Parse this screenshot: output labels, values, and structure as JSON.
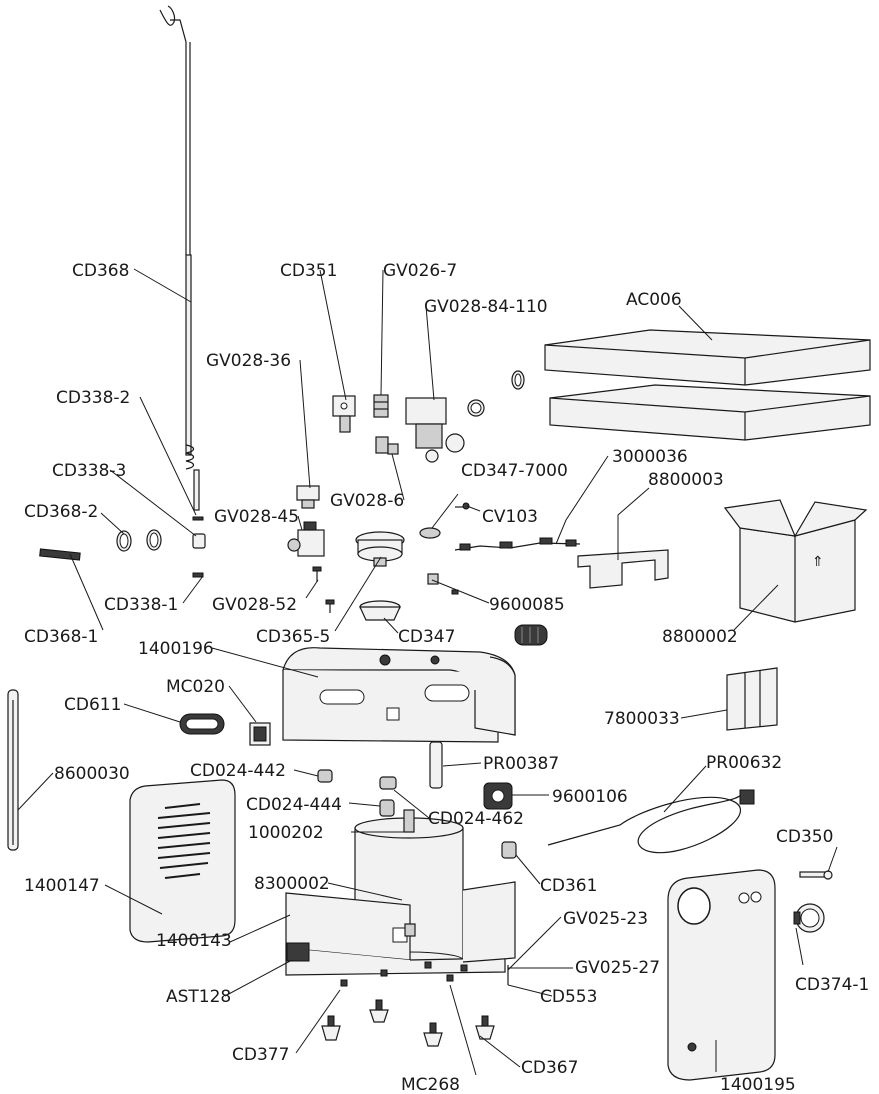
{
  "labels": {
    "cd368": "CD368",
    "cd351": "CD351",
    "gv026_7": "GV026-7",
    "gv028_84_110": "GV028-84-110",
    "ac006": "AC006",
    "gv028_36": "GV028-36",
    "cd338_2": "CD338-2",
    "cd338_3": "CD338-3",
    "cd368_2": "CD368-2",
    "gv028_6": "GV028-6",
    "cd347_7000": "CD347-7000",
    "p3000036": "3000036",
    "p8800003": "8800003",
    "cv103": "CV103",
    "gv028_45": "GV028-45",
    "cd338_1": "CD338-1",
    "gv028_52": "GV028-52",
    "p9600085": "9600085",
    "cd368_1": "CD368-1",
    "cd365_5": "CD365-5",
    "cd347": "CD347",
    "p8800002": "8800002",
    "p1400196": "1400196",
    "mc020": "MC020",
    "cd611": "CD611",
    "p7800033": "7800033",
    "p8600030": "8600030",
    "cd024_442": "CD024-442",
    "pr00387": "PR00387",
    "pr00632": "PR00632",
    "p9600106": "9600106",
    "cd024_444": "CD024-444",
    "cd024_462": "CD024-462",
    "p1000202": "1000202",
    "cd350": "CD350",
    "p1400147": "1400147",
    "p8300002": "8300002",
    "cd361": "CD361",
    "gv025_23": "GV025-23",
    "p1400143": "1400143",
    "gv025_27": "GV025-27",
    "cd374_1": "CD374-1",
    "ast128": "AST128",
    "cd553": "CD553",
    "cd377": "CD377",
    "cd367": "CD367",
    "mc268": "MC268",
    "p1400195": "1400195"
  }
}
